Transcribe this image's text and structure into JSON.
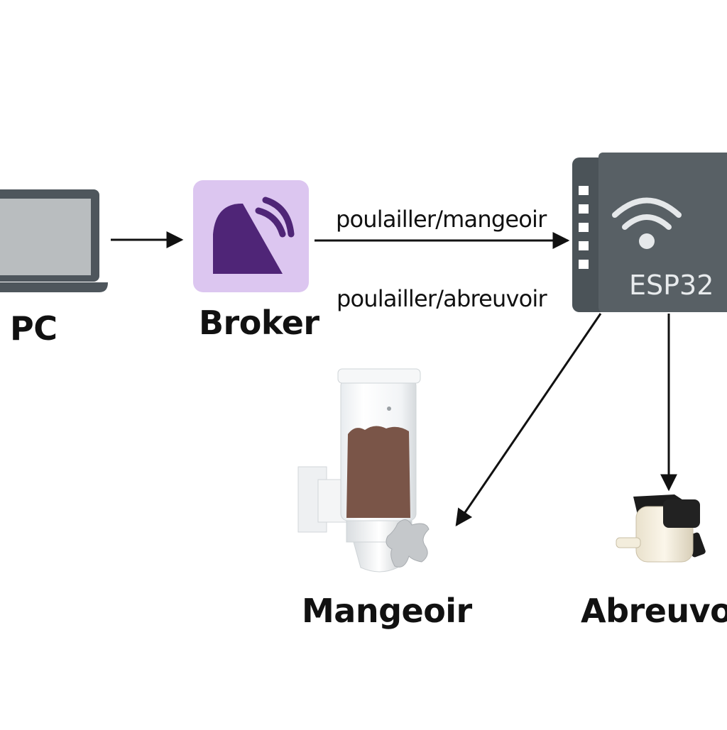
{
  "nodes": {
    "pc": {
      "label": "PC"
    },
    "broker": {
      "label": "Broker"
    },
    "esp32": {
      "label": "ESP32"
    },
    "mangeoir": {
      "label": "Mangeoir"
    },
    "abreuvoir": {
      "label": "Abreuvoir"
    }
  },
  "topics": {
    "mangeoir": "poulailler/mangeoir",
    "abreuvoir": "poulailler/abreuvoir"
  },
  "colors": {
    "broker_bg": "#dcc6f0",
    "broker_icon": "#4f2577",
    "esp32_board": "#4b5358",
    "esp32_module": "#586065",
    "laptop_frame": "#4e565c",
    "laptop_screen": "#b9bdbf",
    "food": "#7a5548",
    "arrow": "#111111"
  }
}
